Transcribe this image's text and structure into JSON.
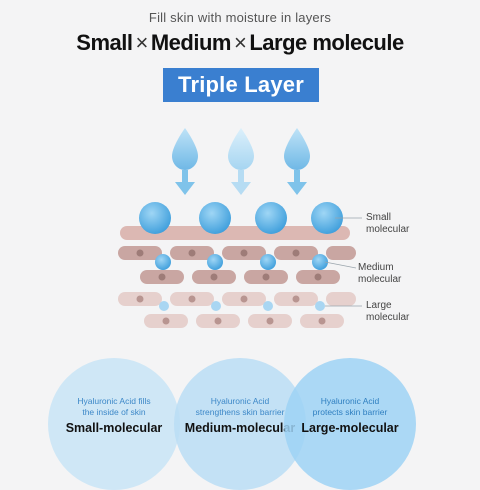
{
  "header": {
    "subtitle": "Fill skin with moisture in layers",
    "headline_parts": [
      "Small",
      "×",
      "Medium",
      "×",
      "Large molecule"
    ],
    "badge": "Triple Layer"
  },
  "layers": [
    {
      "label_line1": "Small",
      "label_line2": "molecular"
    },
    {
      "label_line1": "Medium",
      "label_line2": "molecular"
    },
    {
      "label_line1": "Large",
      "label_line2": "molecular"
    }
  ],
  "circles": [
    {
      "desc_line1": "Hyaluronic Acid fills",
      "desc_line2": "the inside of skin",
      "name": "Small-molecular"
    },
    {
      "desc_line1": "Hyaluronic Acid",
      "desc_line2": "strengthens skin barrier",
      "name": "Medium-molecular"
    },
    {
      "desc_line1": "Hyaluronic Acid",
      "desc_line2": "protects skin barrier",
      "name": "Large-molecular"
    }
  ],
  "colors": {
    "badge": "#3a7fd0",
    "drop_blue": "#7cc2ea",
    "cell_pink": "#e3c7c4",
    "cell_dark": "#c8a3a0",
    "molecule_blue": "#4aa8e0"
  },
  "icons": [
    "water-drop-arrow-icon",
    "water-drop-arrow-icon",
    "water-drop-arrow-icon"
  ]
}
